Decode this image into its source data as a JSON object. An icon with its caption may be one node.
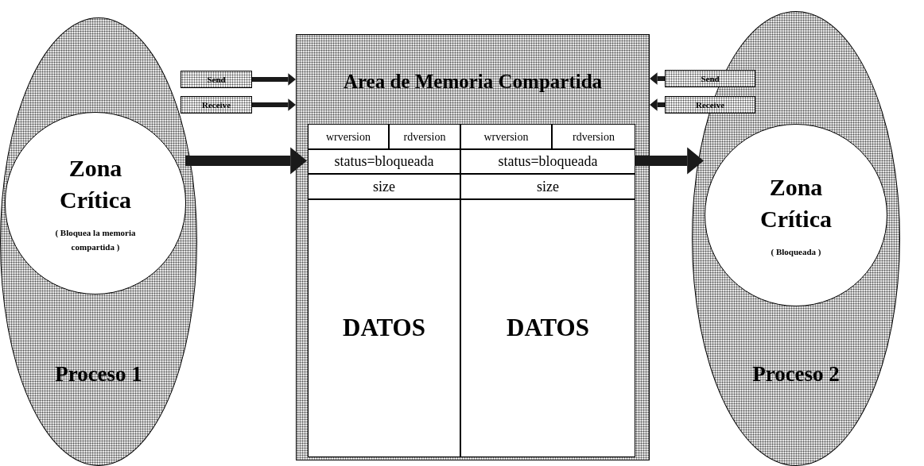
{
  "diagram": {
    "nodes": [
      {
        "text": [
          "Proceso 1"
        ]
      },
      {
        "text": [
          "Zona Crítica",
          "( Bloquea la memoria compartida )"
        ],
        "in": 0
      },
      {
        "text": [
          "Send"
        ]
      },
      {
        "text": [
          "Receive"
        ]
      },
      {
        "text": [
          "Area de Memoria Compartida"
        ]
      },
      {
        "text": [
          "wrversion"
        ],
        "in": 4
      },
      {
        "text": [
          "rdversion"
        ],
        "in": 4
      },
      {
        "text": [
          "status=bloqueada"
        ],
        "in": 4
      },
      {
        "text": [
          "size"
        ],
        "in": 4
      },
      {
        "text": [
          "DATOS"
        ],
        "in": 4
      },
      {
        "text": [
          "wrversion"
        ],
        "in": 4
      },
      {
        "text": [
          "rdversion"
        ],
        "in": 4
      },
      {
        "text": [
          "status=bloqueada"
        ],
        "in": 4
      },
      {
        "text": [
          "size"
        ],
        "in": 4
      },
      {
        "text": [
          "DATOS"
        ],
        "in": 4
      },
      {
        "text": [
          "Send"
        ]
      },
      {
        "text": [
          "Receive"
        ]
      },
      {
        "text": [
          "Proceso 2"
        ]
      },
      {
        "text": [
          "Zona Crítica",
          "( Bloqueada )"
        ],
        "in": 17
      }
    ],
    "edges": [
      {
        "from": 2,
        "to": 4,
        "arrow": "to"
      },
      {
        "from": 3,
        "to": 4,
        "arrow": "to"
      },
      {
        "from": 1,
        "to": 7,
        "arrow": "to",
        "style": "thick"
      },
      {
        "from": 15,
        "to": 4,
        "arrow": "to"
      },
      {
        "from": 16,
        "to": 4,
        "arrow": "to"
      },
      {
        "from": 12,
        "to": 18,
        "arrow": "to",
        "style": "thick"
      }
    ]
  }
}
